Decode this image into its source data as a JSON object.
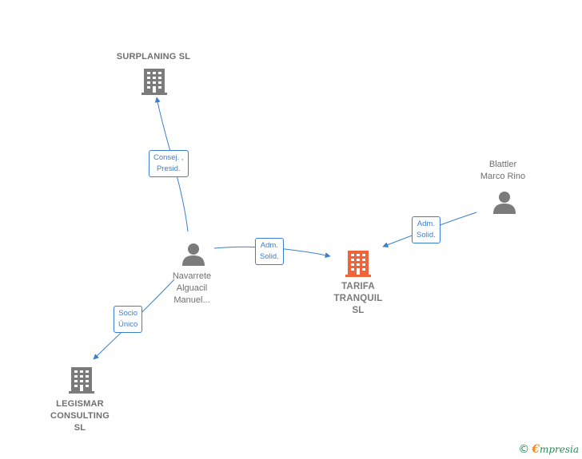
{
  "nodes": {
    "surplaning": {
      "label": "SURPLANING SL",
      "type": "company"
    },
    "navarrete": {
      "label_lines": [
        "Navarrete",
        "Alguacil",
        "Manuel..."
      ],
      "type": "person"
    },
    "tarifa": {
      "label_lines": [
        "TARIFA",
        "TRANQUIL",
        "SL"
      ],
      "type": "company",
      "focus": true
    },
    "blattler": {
      "label_lines": [
        "Blattler",
        "Marco Rino"
      ],
      "type": "person"
    },
    "legismar": {
      "label_lines": [
        "LEGISMAR",
        "CONSULTING",
        "SL"
      ],
      "type": "company"
    }
  },
  "edges": {
    "to_surplaning": {
      "from": "navarrete",
      "to": "surplaning",
      "label_lines": [
        "Consej. ,",
        "Presid."
      ]
    },
    "to_tarifa_from_navarrete": {
      "from": "navarrete",
      "to": "tarifa",
      "label_lines": [
        "Adm.",
        "Solid."
      ]
    },
    "to_tarifa_from_blattler": {
      "from": "blattler",
      "to": "tarifa",
      "label_lines": [
        "Adm.",
        "Solid."
      ]
    },
    "to_legismar": {
      "from": "navarrete",
      "to": "legismar",
      "label_lines": [
        "Socio",
        "Único"
      ]
    }
  },
  "colors": {
    "edge": "#3b7fd0",
    "node_gray": "#7b7b7b",
    "focus_company": "#f0643a",
    "brand_green": "#2b8a57",
    "brand_orange": "#f08a24"
  },
  "footer": {
    "copyright_symbol": "©",
    "brand_initial": "€",
    "brand_rest": "mpresia"
  }
}
